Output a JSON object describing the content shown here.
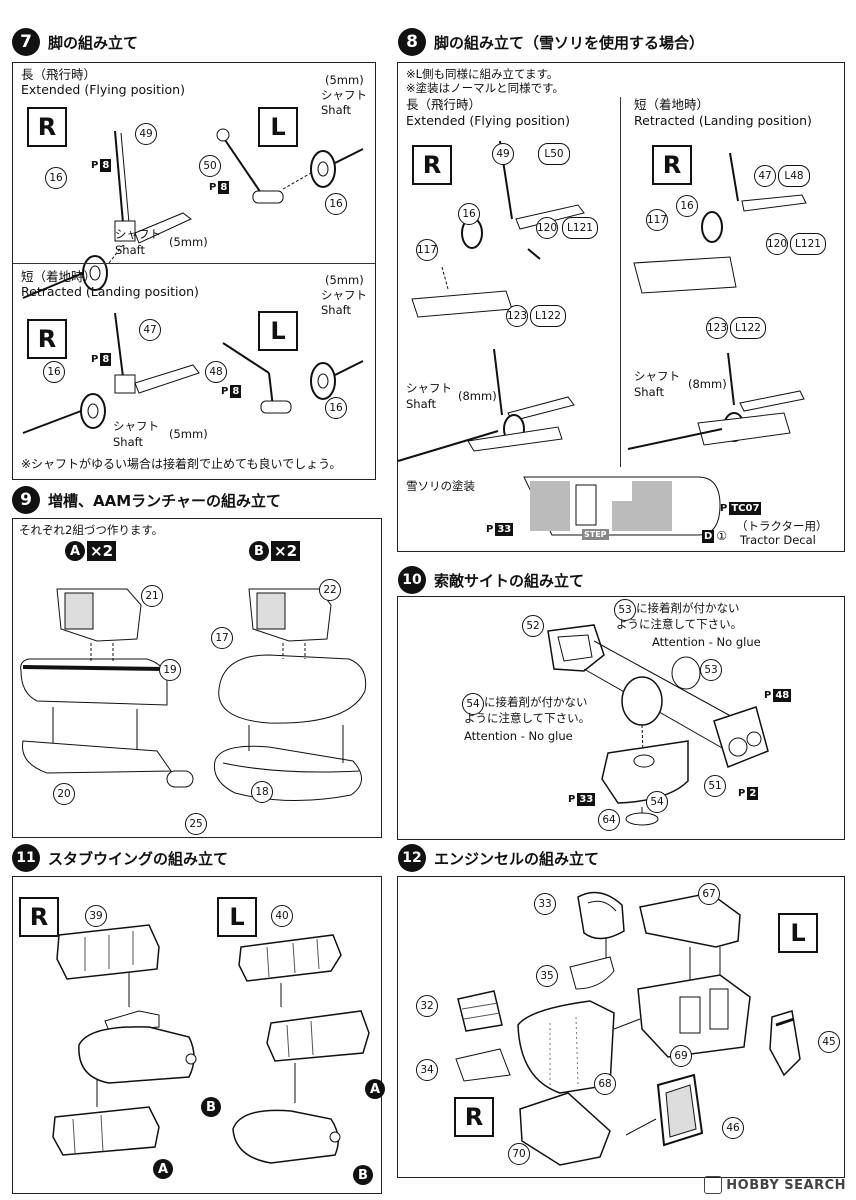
{
  "step7": {
    "num": "7",
    "title": "脚の組み立て",
    "ext_ja": "長（飛行時）",
    "ext_en": "Extended (Flying position)",
    "ret_ja": "短（着地時）",
    "ret_en": "Retracted (Landing position)",
    "r": "R",
    "l": "L",
    "shaft_ja": "シャフト",
    "shaft_en": "Shaft",
    "mm5": "(5mm)",
    "note": "※シャフトがゆるい場合は接着剤で止めても良いでしょう。",
    "parts": [
      "49",
      "16",
      "50",
      "16",
      "47",
      "16",
      "48",
      "16"
    ],
    "paint": "P",
    "paint_code": "8"
  },
  "step8": {
    "num": "8",
    "title": "脚の組み立て（雪ソリを使用する場合）",
    "note1": "※L側も同様に組み立てます。",
    "note2": "※塗装はノーマルと同様です。",
    "ext_ja": "長（飛行時）",
    "ext_en": "Extended (Flying position)",
    "ret_ja": "短（着地時）",
    "ret_en": "Retracted (Landing position)",
    "r": "R",
    "shaft_ja": "シャフト",
    "shaft_en": "Shaft",
    "mm8": "(8mm)",
    "parts_ext": [
      "49",
      "L50",
      "16",
      "120",
      "L121",
      "117",
      "123",
      "L122"
    ],
    "parts_ret": [
      "47",
      "L48",
      "117",
      "16",
      "120",
      "L121",
      "123",
      "L122"
    ],
    "sled_title": "雪ソリの塗装",
    "step_label": "STEP",
    "paint_p": "P",
    "paint_tc": "TC07",
    "paint_33": "33",
    "decal_d": "D",
    "decal_num": "①",
    "tractor_ja": "（トラクター用）",
    "tractor_en": "Tractor Decal"
  },
  "step9": {
    "num": "9",
    "title": "増槽、AAMランチャーの組み立て",
    "note": "それぞれ2組づつ作ります。",
    "a": "A",
    "b": "B",
    "x2": "×2",
    "parts": [
      "21",
      "19",
      "20",
      "25",
      "22",
      "17",
      "18"
    ]
  },
  "step10": {
    "num": "10",
    "title": "索敵サイトの組み立て",
    "n53": "53",
    "n54": "54",
    "glue53_a": "に接着剤が付かない",
    "glue53_b": "ように注意して下さい。",
    "glue54_a": "に接着剤が付かない",
    "glue54_b": "ように注意して下さい。",
    "attn": "Attention - No glue",
    "parts": [
      "52",
      "53",
      "51",
      "54",
      "64"
    ],
    "paint_p": "P",
    "p48": "48",
    "p2": "2",
    "p33": "33"
  },
  "step11": {
    "num": "11",
    "title": "スタブウイングの組み立て",
    "r": "R",
    "l": "L",
    "parts": [
      "39",
      "40"
    ],
    "a": "A",
    "b": "B"
  },
  "step12": {
    "num": "12",
    "title": "エンジンセルの組み立て",
    "r": "R",
    "l": "L",
    "parts": [
      "33",
      "67",
      "35",
      "32",
      "45",
      "69",
      "34",
      "68",
      "46",
      "70"
    ]
  },
  "watermark": "HOBBY SEARCH"
}
